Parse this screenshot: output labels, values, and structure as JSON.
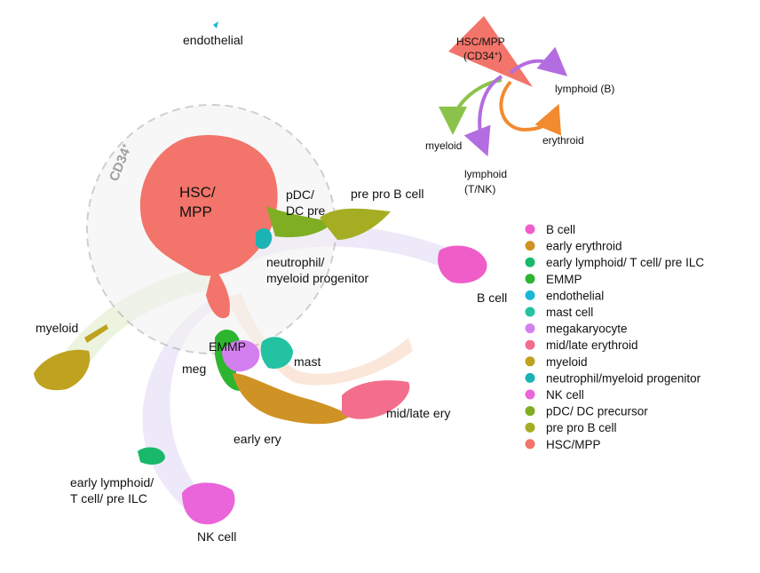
{
  "chart_data": {
    "type": "scatter",
    "title": "",
    "xlabel": "",
    "ylabel": "",
    "colors": {
      "b_cell": "#ef5ec8",
      "early_erythroid": "#cf9224",
      "early_lymphoid": "#19b86b",
      "emmp": "#2db52f",
      "endothelial": "#1ab7d8",
      "mast_cell": "#22c2a2",
      "megakaryocyte": "#d47ff0",
      "mid_late_erythroid": "#f26e8c",
      "myeloid": "#bfa21f",
      "neutrophil_myeloid_progenitor": "#1bb3b4",
      "nk_cell": "#ea64da",
      "pdc_dc_precursor": "#7fae22",
      "pre_pro_b_cell": "#a5ad22",
      "hsc_mpp": "#f2746a"
    },
    "legend": {
      "placement": "right",
      "items": [
        {
          "key": "b_cell",
          "label": "B cell"
        },
        {
          "key": "early_erythroid",
          "label": "early erythroid"
        },
        {
          "key": "early_lymphoid",
          "label": "early lymphoid/ T cell/ pre ILC"
        },
        {
          "key": "emmp",
          "label": "EMMP"
        },
        {
          "key": "endothelial",
          "label": "endothelial"
        },
        {
          "key": "mast_cell",
          "label": "mast cell"
        },
        {
          "key": "megakaryocyte",
          "label": "megakaryocyte"
        },
        {
          "key": "mid_late_erythroid",
          "label": "mid/late erythroid"
        },
        {
          "key": "myeloid",
          "label": "myeloid"
        },
        {
          "key": "neutrophil_myeloid_progenitor",
          "label": "neutrophil/myeloid progenitor"
        },
        {
          "key": "nk_cell",
          "label": "NK cell"
        },
        {
          "key": "pdc_dc_precursor",
          "label": "pDC/ DC precursor"
        },
        {
          "key": "pre_pro_b_cell",
          "label": "pre pro B cell"
        },
        {
          "key": "hsc_mpp",
          "label": "HSC/MPP"
        }
      ]
    },
    "cluster_labels": {
      "endothelial": "endothelial",
      "hsc": [
        "HSC/",
        "MPP"
      ],
      "cd34": "CD34",
      "cd34_sup": "+",
      "pdc": [
        "pDC/",
        "DC pre"
      ],
      "pre_pro_b": "pre pro B cell",
      "neutrophil": [
        "neutrophil/",
        "myeloid progenitor"
      ],
      "b_cell": "B cell",
      "myeloid": "myeloid",
      "emmp": "EMMP",
      "meg": "meg",
      "mast": "mast",
      "mid_late_ery": "mid/late ery",
      "early_ery": "early ery",
      "early_lymphoid": [
        "early lymphoid/",
        "T cell/ pre ILC"
      ],
      "nk_cell": "NK cell"
    },
    "schematic": {
      "root": [
        "HSC/MPP",
        "(CD34",
        "+",
        ")"
      ],
      "lymphoid_b": "lymphoid (B)",
      "erythroid": "erythroid",
      "myeloid": "myeloid",
      "lymphoid_tnk": [
        "lymphoid",
        "(T/NK)"
      ]
    }
  }
}
